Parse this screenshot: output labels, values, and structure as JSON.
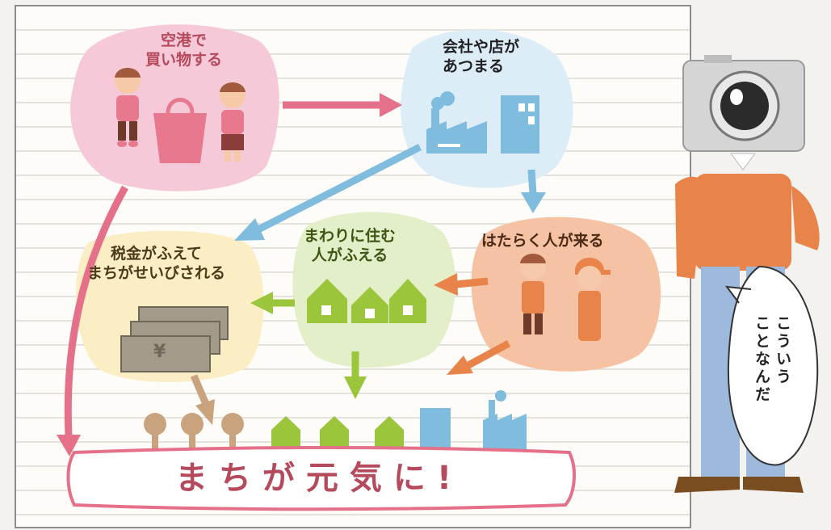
{
  "nodes": {
    "shopping": "空港で\n買い物する",
    "companies": "会社や店が\nあつまる",
    "workers": "はたらく人が来る",
    "residents": "まわりに住む\n人がふえる",
    "taxes": "税金がふえて\nまちがせいびされる"
  },
  "money_symbol": "¥",
  "result_banner": "まちが元気に!",
  "speech": "こういう\nことなんだ",
  "colors": {
    "pink": "#e5708a",
    "blue": "#7fbcdd",
    "orange": "#e8844a",
    "green": "#9bc53a",
    "tan": "#c9a27e",
    "banner_text": "#b54a5c"
  }
}
